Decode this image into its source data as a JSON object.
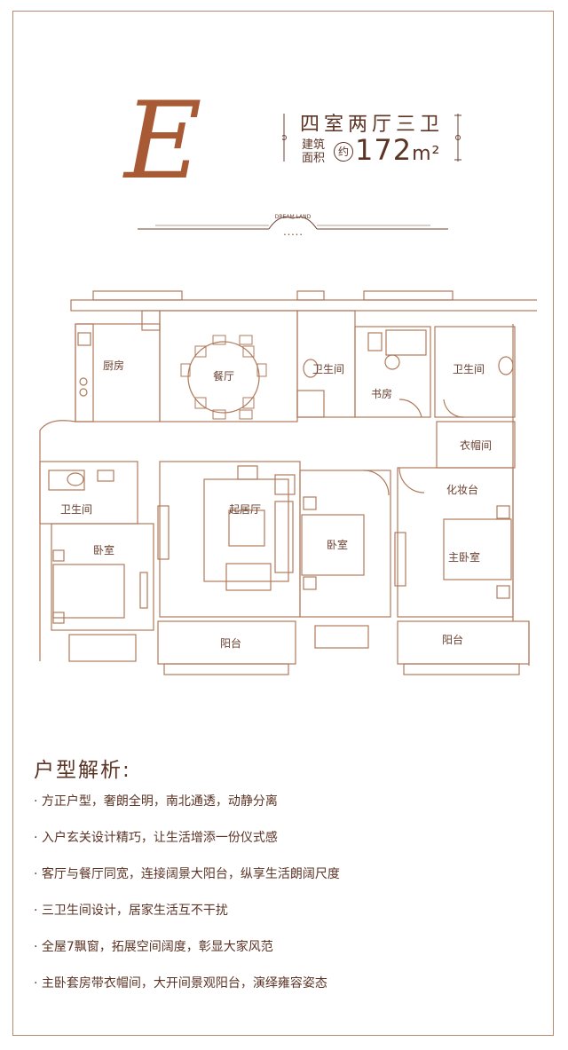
{
  "header": {
    "logo_letter": "E",
    "layout": "四室两厅三卫",
    "area_label_line1": "建筑",
    "area_label_line2": "面积",
    "area_prefix": "约",
    "area_value": "172",
    "area_unit": "m²",
    "brand": "DREAM LAND"
  },
  "floorplan": {
    "rooms": {
      "kitchen": "厨房",
      "dining": "餐厅",
      "bath_top": "卫生间",
      "study": "书房",
      "bath_right": "卫生间",
      "closet": "衣帽间",
      "vanity": "化妆台",
      "bath_left": "卫生间",
      "bedroom_left": "卧室",
      "living": "起居厅",
      "bedroom_mid": "卧室",
      "master": "主卧室",
      "balcony_left": "阳台",
      "balcony_right": "阳台"
    }
  },
  "analysis": {
    "title": "户型解析:",
    "items": [
      "· 方正户型，奢朗全明，南北通透，动静分离",
      "· 入户玄关设计精巧，让生活增添一份仪式感",
      "· 客厅与餐厅同宽，连接阔景大阳台，纵享生活朗阔尺度",
      "· 三卫生间设计，居家生活互不干扰",
      "· 全屋7飘窗，拓展空间阔度，彰显大家风范",
      "· 主卧套房带衣帽间，大开间景观阳台，演绎雍容姿态"
    ]
  },
  "colors": {
    "accent": "#a05a3a",
    "text": "#5b3426",
    "line": "#b78a72"
  }
}
